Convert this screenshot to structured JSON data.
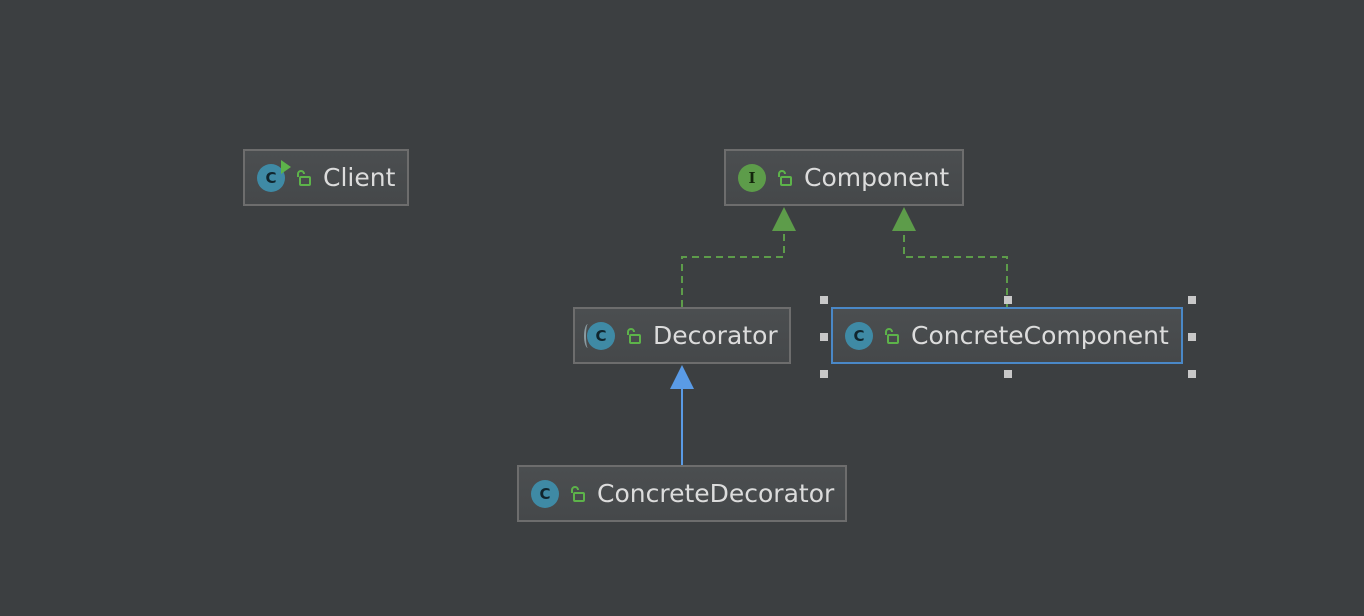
{
  "diagram": {
    "nodes": {
      "client": {
        "label": "Client",
        "kind": "C",
        "kind_type": "class"
      },
      "component": {
        "label": "Component",
        "kind": "I",
        "kind_type": "interface"
      },
      "decorator": {
        "label": "Decorator",
        "kind": "C",
        "kind_type": "abstract-class"
      },
      "concrete_component": {
        "label": "ConcreteComponent",
        "kind": "C",
        "kind_type": "class",
        "selected": true
      },
      "concrete_decorator": {
        "label": "ConcreteDecorator",
        "kind": "C",
        "kind_type": "class"
      }
    },
    "edges": [
      {
        "from": "decorator",
        "to": "component",
        "type": "implements"
      },
      {
        "from": "concrete_component",
        "to": "component",
        "type": "implements"
      },
      {
        "from": "concrete_decorator",
        "to": "decorator",
        "type": "extends"
      }
    ],
    "colors": {
      "background": "#3c3f41",
      "node_border": "#6d6d6d",
      "selected_border": "#4a88c7",
      "implements_edge": "#5d9c4a",
      "extends_edge": "#5a9be6",
      "class_icon": "#3f8aa5",
      "interface_icon": "#5d9c4a",
      "lock_icon": "#5db34a"
    }
  }
}
